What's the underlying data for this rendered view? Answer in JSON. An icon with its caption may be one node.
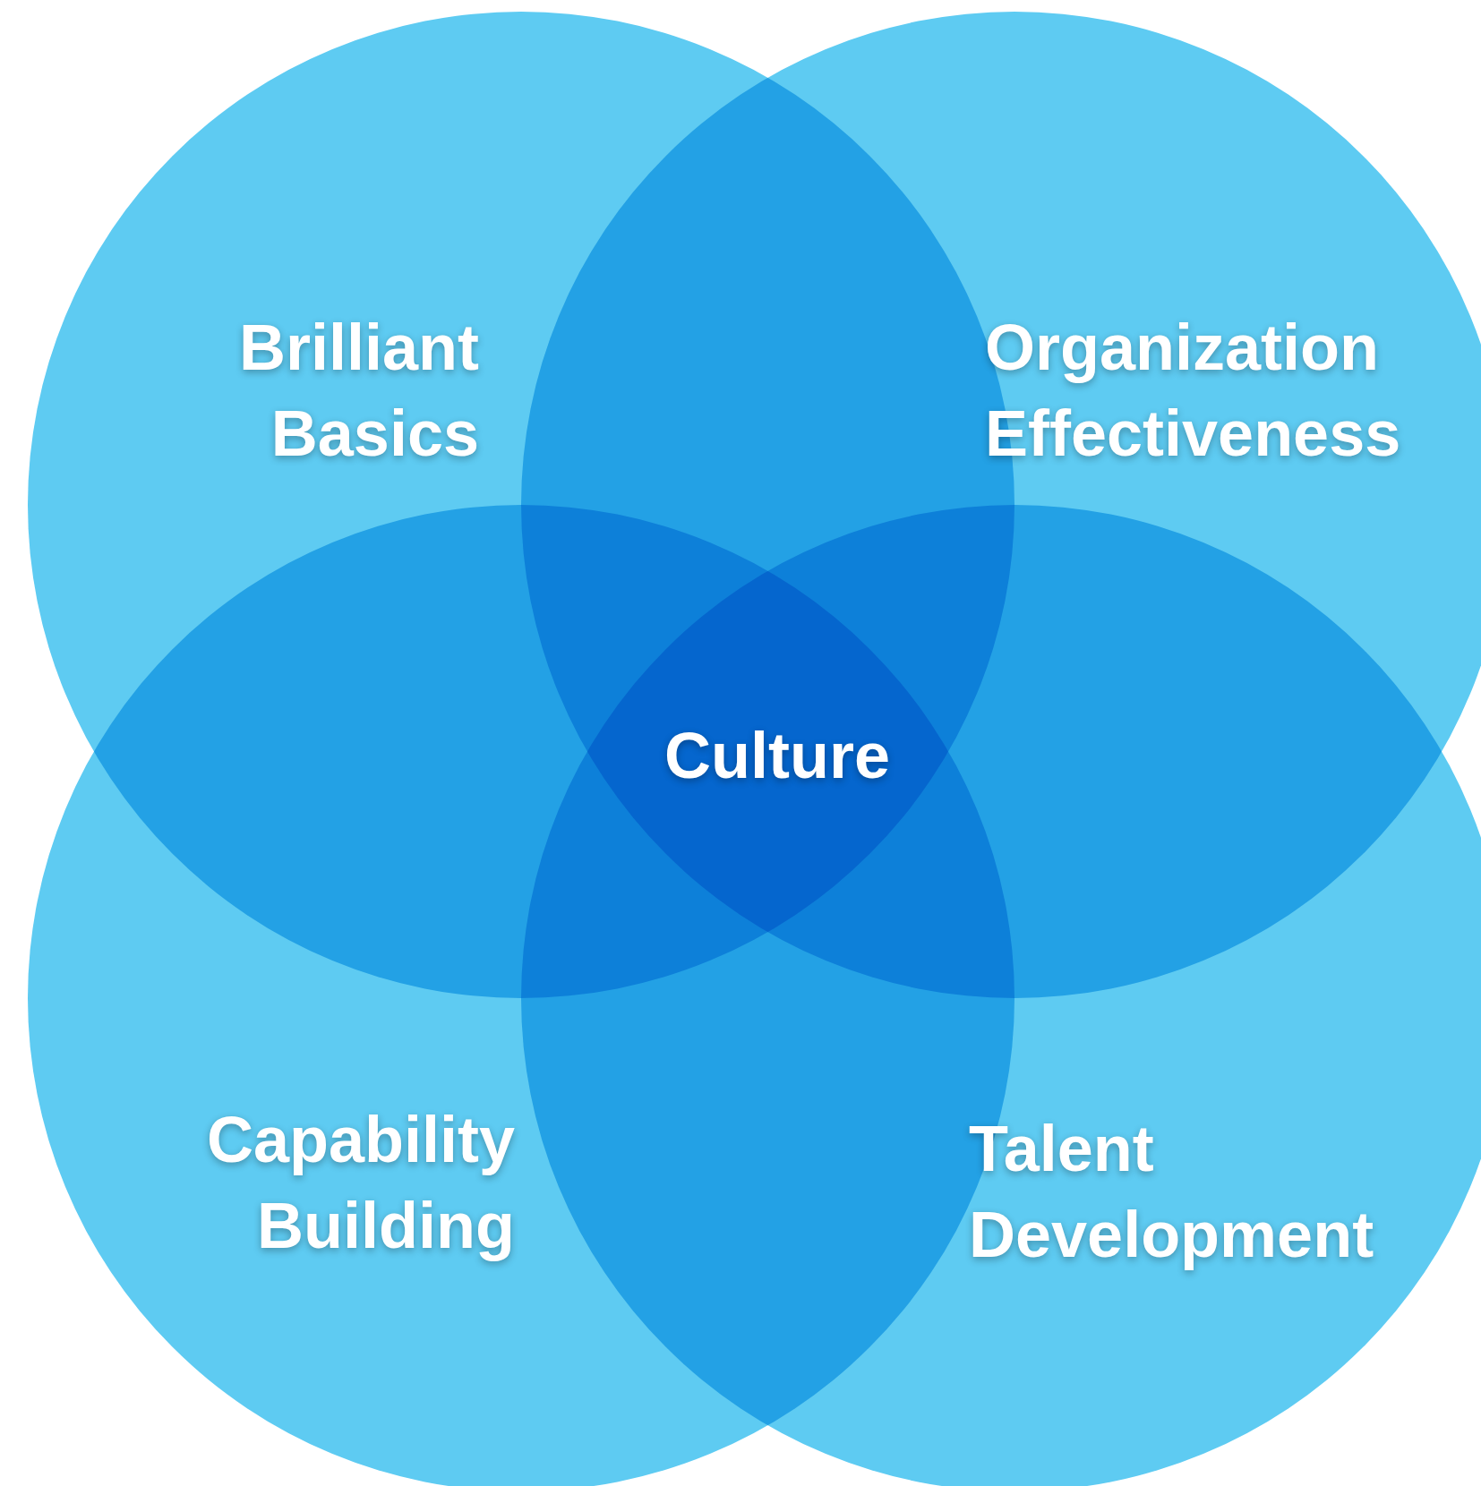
{
  "diagram": {
    "nodes": [
      {
        "text": [
          "Brilliant Basics"
        ]
      },
      {
        "text": [
          "Organization Effectiveness"
        ]
      },
      {
        "text": [
          "Capability Building"
        ]
      },
      {
        "text": [
          "Talent Development"
        ]
      }
    ],
    "labels": [
      "Culture"
    ]
  }
}
